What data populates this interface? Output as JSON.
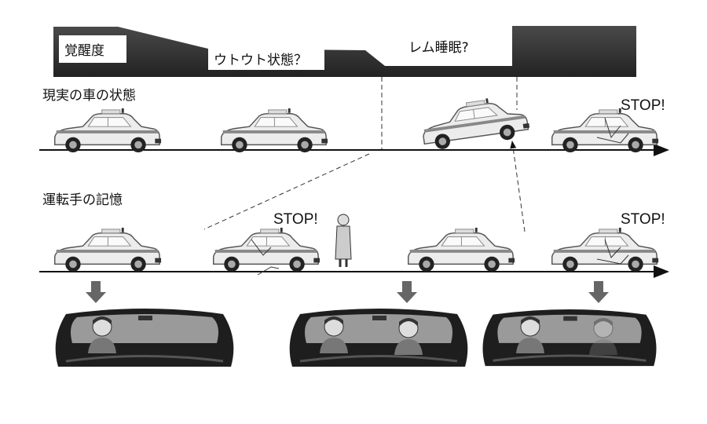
{
  "header": {
    "alertness_label": "覚醒度",
    "drowsy_label": "ウトウト状態？",
    "rem_label": "レム睡眠?"
  },
  "rows": {
    "reality_title": "現実の車の状態",
    "memory_title": "運転手の記憶",
    "stop_text": "STOP!"
  },
  "colors": {
    "band": "#2e2e2e",
    "car_body": "#ececec",
    "interior": "#1e1e1e"
  }
}
